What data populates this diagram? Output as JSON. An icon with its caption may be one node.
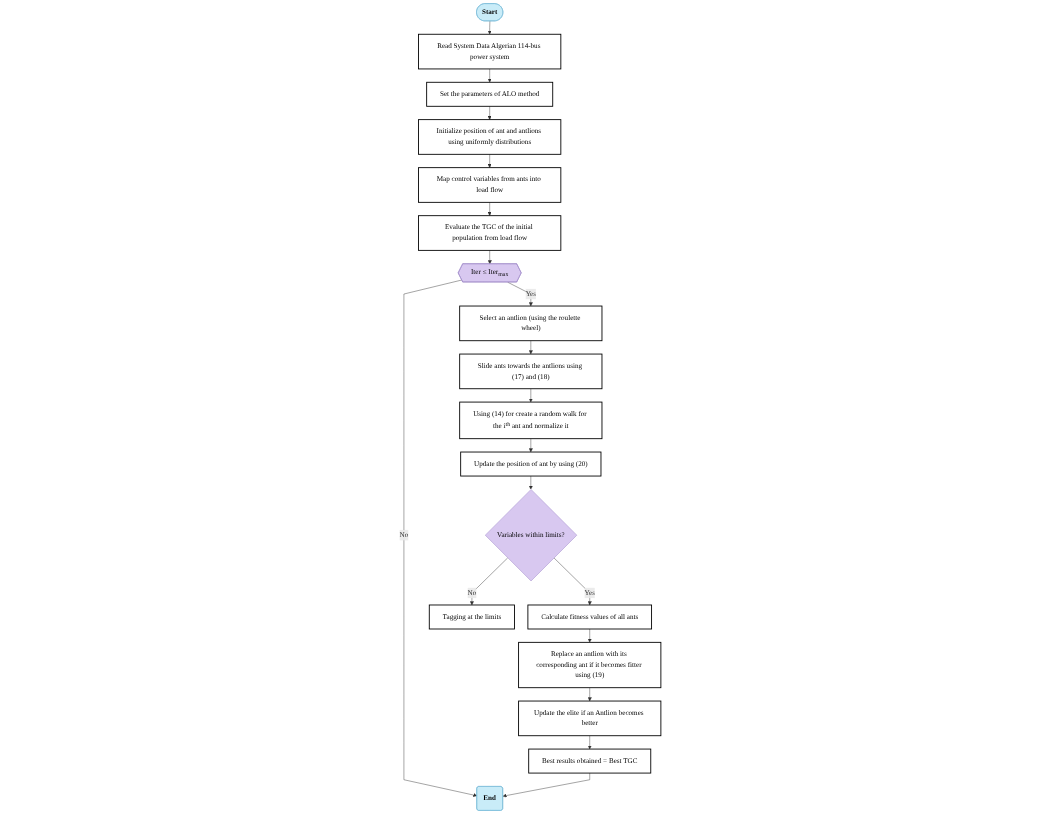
{
  "diagram": {
    "nodes": [
      {
        "text": [
          "Start"
        ]
      },
      {
        "text": [
          "Read System Data Algerian 114-bus power system"
        ]
      },
      {
        "text": [
          "Set the parameters of ALO method"
        ]
      },
      {
        "text": [
          "Initialize position of ant and antlions using uniformly distributions"
        ]
      },
      {
        "text": [
          "Map control variables from ants into load flow"
        ]
      },
      {
        "text": [
          "Evaluate the TGC of the initial population from load flow"
        ]
      },
      {
        "text": [
          "Iter ≤ Iter$_{max}$"
        ]
      },
      {
        "text": [
          "Select an antlion (using the roulette wheel)"
        ]
      },
      {
        "text": [
          "Slide ants towards the antlions using (17) and (18)"
        ]
      },
      {
        "text": [
          "Using (14) for create a random walk for the i$^{th}$ ant and normalize it"
        ]
      },
      {
        "text": [
          "Update the position of ant by using (20)"
        ]
      },
      {
        "text": [
          "Variables within limits?"
        ]
      },
      {
        "text": [
          "Tagging at the limits"
        ]
      },
      {
        "text": [
          "Calculate fitness values of all ants"
        ]
      },
      {
        "text": [
          "Replace an antlion with its corresponding ant if it becomes fitter using (19)"
        ]
      },
      {
        "text": [
          "Update the elite if an Antlion becomes better"
        ]
      },
      {
        "text": [
          "Best results obtained = Best TGC"
        ]
      },
      {
        "text": [
          "End"
        ]
      }
    ],
    "edges": [
      {
        "from": 0,
        "to": 1,
        "arrow": "to"
      },
      {
        "from": 1,
        "to": 2,
        "arrow": "to"
      },
      {
        "from": 2,
        "to": 3,
        "arrow": "to"
      },
      {
        "from": 3,
        "to": 4,
        "arrow": "to"
      },
      {
        "from": 4,
        "to": 5,
        "arrow": "to"
      },
      {
        "from": 5,
        "to": 6,
        "arrow": "to"
      },
      {
        "from": 6,
        "to": 17,
        "label": "No",
        "arrow": "to"
      },
      {
        "from": 6,
        "to": 7,
        "label": "Yes",
        "arrow": "to"
      },
      {
        "from": 7,
        "to": 8,
        "arrow": "to"
      },
      {
        "from": 8,
        "to": 9,
        "arrow": "to"
      },
      {
        "from": 9,
        "to": 10,
        "arrow": "to"
      },
      {
        "from": 10,
        "to": 11,
        "arrow": "to"
      },
      {
        "from": 11,
        "to": 12,
        "label": "No",
        "arrow": "to"
      },
      {
        "from": 11,
        "to": 13,
        "label": "Yes",
        "arrow": "to"
      },
      {
        "from": 13,
        "to": 14,
        "arrow": "to"
      },
      {
        "from": 14,
        "to": 15,
        "arrow": "to"
      },
      {
        "from": 15,
        "to": 16,
        "arrow": "to"
      },
      {
        "from": 16,
        "to": 17,
        "arrow": "to"
      }
    ]
  }
}
